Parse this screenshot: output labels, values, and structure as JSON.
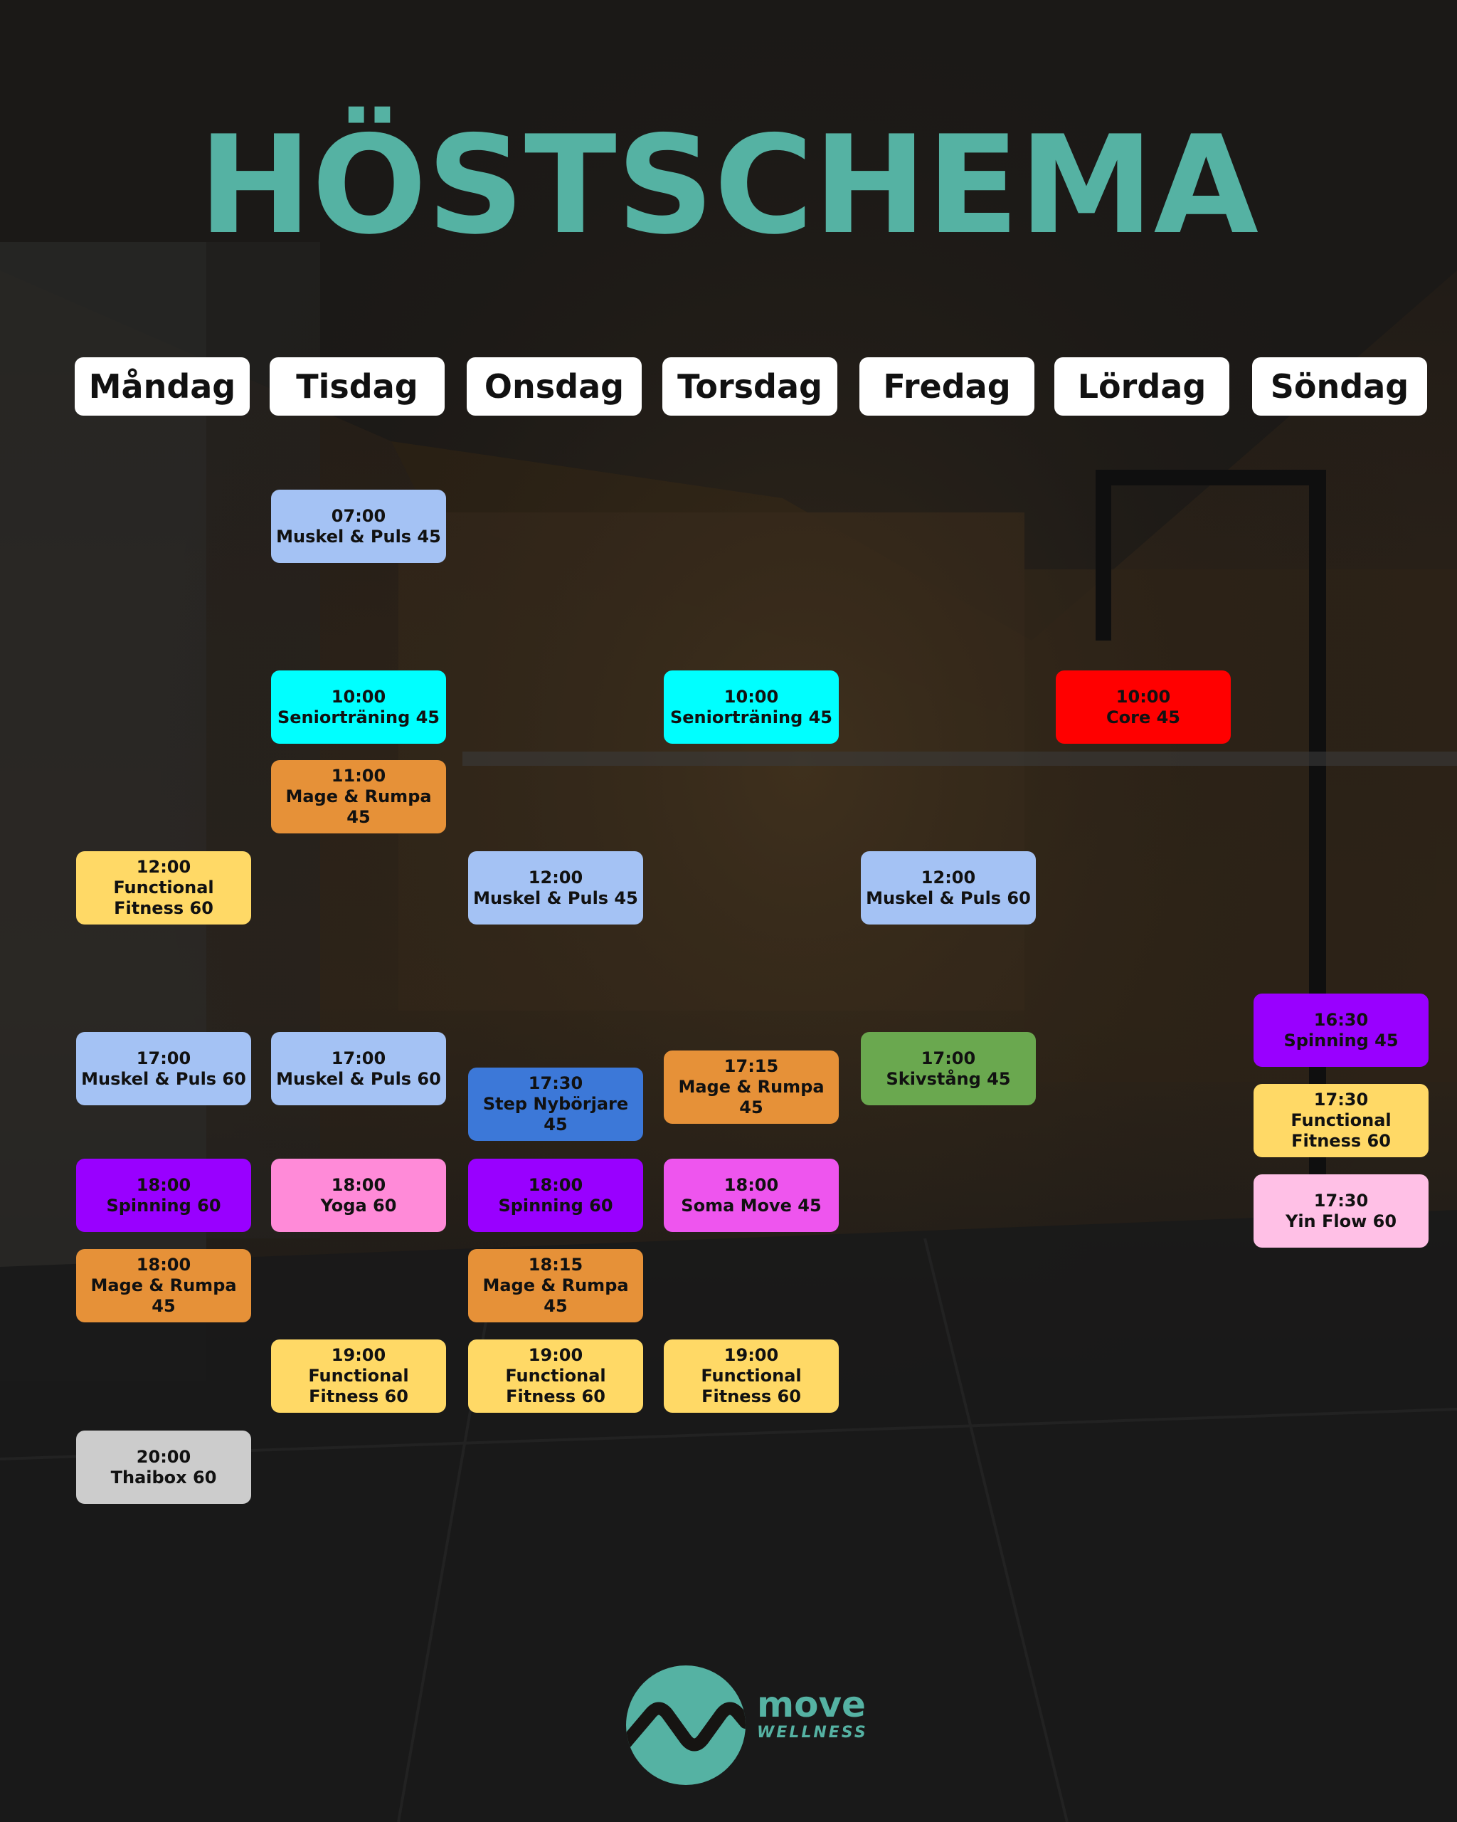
{
  "title": "HÖSTSCHEMA",
  "colors": {
    "title": "#55b2a3",
    "background": "#161412",
    "day_header_bg": "#ffffff",
    "light_blue": "#a4c2f4",
    "cyan": "#00ffff",
    "orange": "#e69138",
    "yellow": "#ffd966",
    "red": "#ff0000",
    "blue": "#3c78d8",
    "purple": "#9900ff",
    "pink": "#ff8ad8",
    "magenta": "#ee55ee",
    "green": "#6aa84f",
    "light_pink": "#ffc0e6",
    "gray": "#cccccc"
  },
  "days": [
    "Måndag",
    "Tisdag",
    "Onsdag",
    "Torsdag",
    "Fredag",
    "Lördag",
    "Söndag"
  ],
  "classes": [
    {
      "day": 1,
      "time": "07:00",
      "name": "Muskel & Puls 45",
      "color": "#a4c2f4"
    },
    {
      "day": 1,
      "time": "10:00",
      "name": "Seniorträning 45",
      "color": "#00ffff"
    },
    {
      "day": 3,
      "time": "10:00",
      "name": "Seniorträning 45",
      "color": "#00ffff"
    },
    {
      "day": 5,
      "time": "10:00",
      "name": "Core 45",
      "color": "#ff0000"
    },
    {
      "day": 1,
      "time": "11:00",
      "name": "Mage & Rumpa 45",
      "color": "#e69138"
    },
    {
      "day": 0,
      "time": "12:00",
      "name": "Functional Fitness 60",
      "color": "#ffd966"
    },
    {
      "day": 2,
      "time": "12:00",
      "name": "Muskel & Puls 45",
      "color": "#a4c2f4"
    },
    {
      "day": 4,
      "time": "12:00",
      "name": "Muskel & Puls 60",
      "color": "#a4c2f4"
    },
    {
      "day": 6,
      "time": "16:30",
      "name": "Spinning 45",
      "color": "#9900ff"
    },
    {
      "day": 0,
      "time": "17:00",
      "name": "Muskel & Puls 60",
      "color": "#a4c2f4"
    },
    {
      "day": 1,
      "time": "17:00",
      "name": "Muskel & Puls 60",
      "color": "#a4c2f4"
    },
    {
      "day": 4,
      "time": "17:00",
      "name": "Skivstång 45",
      "color": "#6aa84f"
    },
    {
      "day": 3,
      "time": "17:15",
      "name": "Mage & Rumpa 45",
      "color": "#e69138"
    },
    {
      "day": 2,
      "time": "17:30",
      "name": "Step Nybörjare 45",
      "color": "#3c78d8"
    },
    {
      "day": 6,
      "time": "17:30",
      "name": "Functional Fitness 60",
      "color": "#ffd966"
    },
    {
      "day": 6,
      "time": "17:30",
      "name": "Yin Flow 60",
      "color": "#ffc0e6"
    },
    {
      "day": 0,
      "time": "18:00",
      "name": "Spinning 60",
      "color": "#9900ff"
    },
    {
      "day": 1,
      "time": "18:00",
      "name": "Yoga 60",
      "color": "#ff8ad8"
    },
    {
      "day": 2,
      "time": "18:00",
      "name": "Spinning 60",
      "color": "#9900ff"
    },
    {
      "day": 3,
      "time": "18:00",
      "name": "Soma Move 45",
      "color": "#ee55ee"
    },
    {
      "day": 0,
      "time": "18:00",
      "name": "Mage & Rumpa 45",
      "color": "#e69138"
    },
    {
      "day": 2,
      "time": "18:15",
      "name": "Mage & Rumpa 45",
      "color": "#e69138"
    },
    {
      "day": 1,
      "time": "19:00",
      "name": "Functional Fitness 60",
      "color": "#ffd966"
    },
    {
      "day": 2,
      "time": "19:00",
      "name": "Functional Fitness 60",
      "color": "#ffd966"
    },
    {
      "day": 3,
      "time": "19:00",
      "name": "Functional Fitness 60",
      "color": "#ffd966"
    },
    {
      "day": 0,
      "time": "20:00",
      "name": "Thaibox 60",
      "color": "#cccccc"
    }
  ],
  "logo": {
    "word": "move",
    "sub": "WELLNESS",
    "icon": "move-wellness-logo-icon"
  }
}
